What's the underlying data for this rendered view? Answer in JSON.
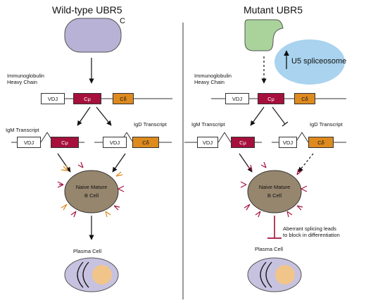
{
  "left": {
    "title": "Wild-type UBR5",
    "protein_mark": "C",
    "locus_label": [
      "Immunoglobulin",
      "Heavy Chain"
    ],
    "segments": {
      "vdj": "VDJ",
      "cmu": "Cμ",
      "cdelta": "Cδ"
    },
    "igm_transcript": "IgM Transcript",
    "igd_transcript": "IgD Transcript",
    "cell_label": [
      "Naive Mature",
      "B Cell"
    ],
    "plasma_label": "Plasma Cell"
  },
  "right": {
    "title": "Mutant UBR5",
    "spliceosome_label": "U5 spliceosome",
    "locus_label": [
      "Immunoglobulin",
      "Heavy Chain"
    ],
    "segments": {
      "vdj": "VDJ",
      "cmu": "Cμ",
      "cdelta": "Cδ"
    },
    "igm_transcript": "IgM Transcript",
    "igd_transcript": "IgD Transcript",
    "cell_label": [
      "Naive Mature",
      "B Cell"
    ],
    "block_note": [
      "Aberrant splicing leads",
      "to block in differentiation"
    ],
    "plasma_label": "Plasma Cell"
  },
  "colors": {
    "wt_protein": "#b8b2d6",
    "mut_protein": "#a9d39b",
    "spliceosome": "#a9d3ee",
    "cmu": "#a6103c",
    "cdelta": "#dd8a1f",
    "cell": "#96866e",
    "plasma": "#c7c2e0",
    "plasma_nucleus": "#f1c58a",
    "receptor_red": "#a6103c",
    "receptor_orange": "#dd8a1f",
    "inhibit": "#a6103c"
  }
}
